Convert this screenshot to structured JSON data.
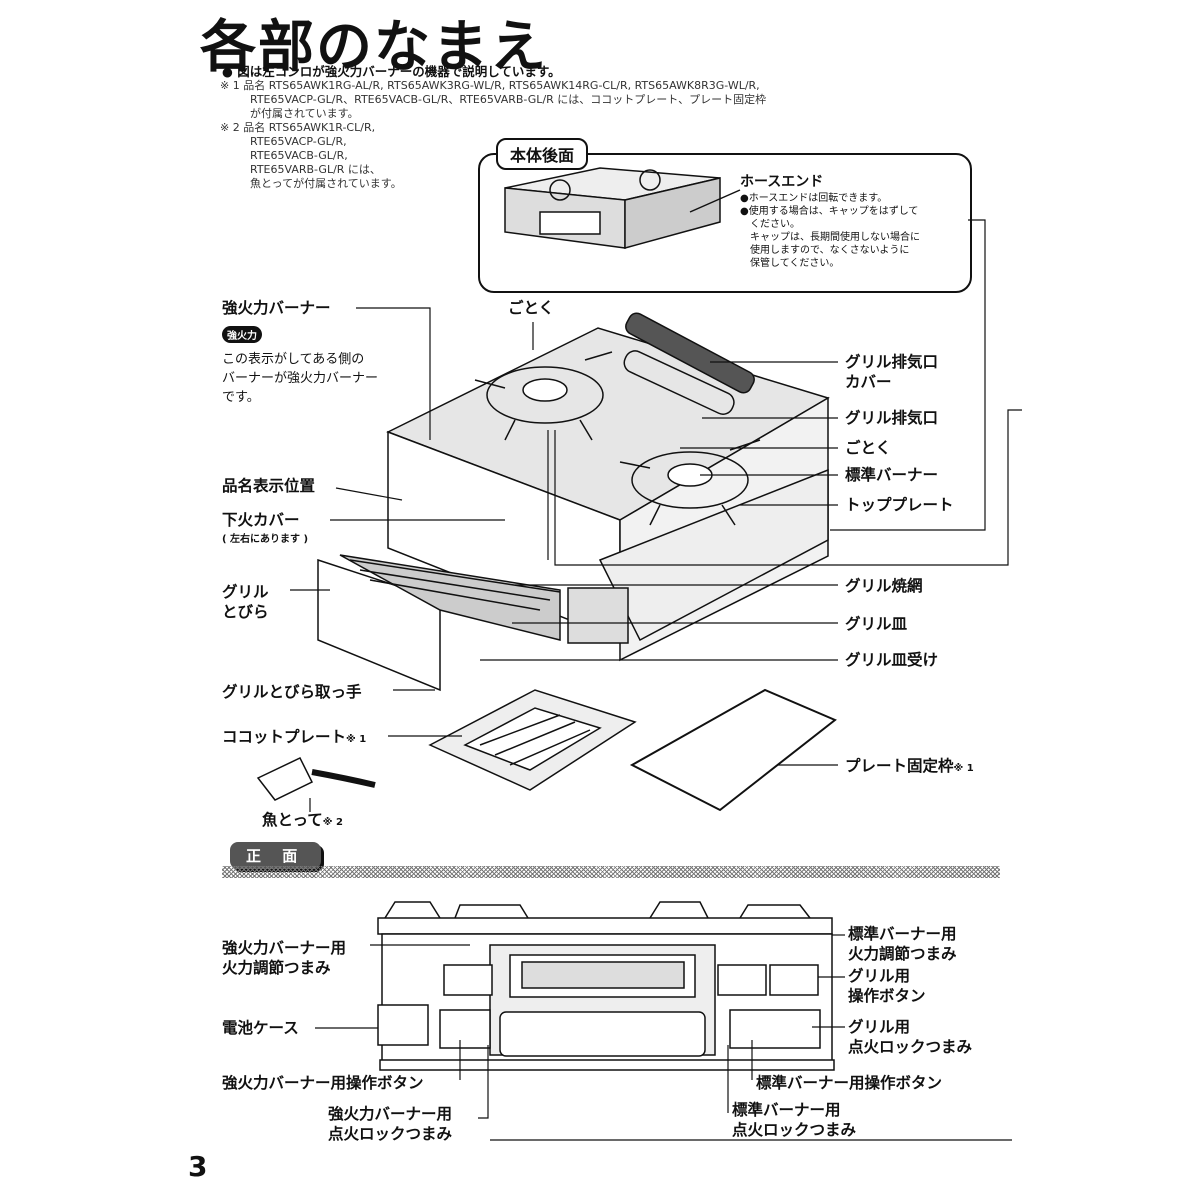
{
  "title": "各部のなまえ",
  "intro": {
    "bullet": "● 図は左コンロが強火力バーナーの機器で説明しています。",
    "note1": [
      "※ 1 品名 RTS65AWK1RG-AL/R, RTS65AWK3RG-WL/R, RTS65AWK14RG-CL/R, RTS65AWK8R3G-WL/R,",
      "RTE65VACP-GL/R、RTE65VACB-GL/R、RTE65VARB-GL/R には、ココットプレート、プレート固定枠",
      "が付属されています。"
    ],
    "note2": [
      "※ 2 品名 RTS65AWK1R-CL/R,",
      "RTE65VACP-GL/R,",
      "RTE65VACB-GL/R,",
      "RTE65VARB-GL/R には、",
      "魚とってが付属されています。"
    ]
  },
  "back_view": {
    "tab": "本体後面",
    "hose_end": "ホースエンド",
    "hose_notes": [
      "ホースエンドは回転できます。",
      "使用する場合は、キャップをはずして",
      "ください。",
      "キャップは、長期間使用しない場合に",
      "使用しますので、なくさないように",
      "保管してください。"
    ]
  },
  "labels": {
    "strong_burner": "強火力バーナー",
    "strong_badge": "強火力",
    "strong_desc": [
      "この表示がしてある側の",
      "バーナーが強火力バーナー",
      "です。"
    ],
    "gotoku_top": "ごとく",
    "model_pos": "品名表示位置",
    "lower_cover": "下火カバー",
    "lower_cover_note": "( 左右にあります )",
    "grill_door": [
      "グリル",
      "とびら"
    ],
    "grill_door_handle": "グリルとびら取っ手",
    "cocotte": "ココットプレート",
    "cocotte_sup": "※ 1",
    "fish": "魚とって",
    "fish_sup": "※ 2",
    "exhaust_cover": [
      "グリル排気口",
      "カバー"
    ],
    "exhaust": "グリル排気口",
    "gotoku_right": "ごとく",
    "std_burner": "標準バーナー",
    "top_plate": "トッププレート",
    "grill_net": "グリル焼網",
    "grill_dish": "グリル皿",
    "grill_dish_holder": "グリル皿受け",
    "plate_frame": "プレート固定枠",
    "plate_frame_sup": "※ 1"
  },
  "front_view": {
    "tab": "正 面",
    "strong_knob": [
      "強火力バーナー用",
      "火力調節つまみ"
    ],
    "battery": "電池ケース",
    "strong_btn": "強火力バーナー用操作ボタン",
    "strong_lock": [
      "強火力バーナー用",
      "点火ロックつまみ"
    ],
    "std_knob": [
      "標準バーナー用",
      "火力調節つまみ"
    ],
    "grill_btn": [
      "グリル用",
      "操作ボタン"
    ],
    "grill_lock": [
      "グリル用",
      "点火ロックつまみ"
    ],
    "std_btn": "標準バーナー用操作ボタン",
    "std_lock": [
      "標準バーナー用",
      "点火ロックつまみ"
    ]
  },
  "page_number": "3"
}
